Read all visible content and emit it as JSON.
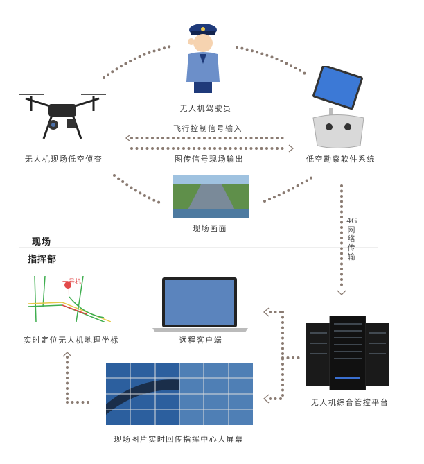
{
  "nodes": {
    "pilot": "无人机驾驶员",
    "drone": "无人机现场低空侦查",
    "software": "低空勘察软件系统",
    "scene": "现场画面",
    "map": "实时定位无人机地理坐标",
    "client": "远程客户端",
    "platform": "无人机综合管控平台",
    "screen": "现场图片实时回传指挥中心大屏幕"
  },
  "links": {
    "flight_control": "飞行控制信号输入",
    "video_out": "图传信号现场输出",
    "network": "4G网络传输"
  },
  "sections": {
    "field": "现场",
    "command": "指挥部"
  },
  "map_marker": "一号机",
  "colors": {
    "dots": "#8a7b72",
    "screen_blue": "#5b84bd"
  }
}
